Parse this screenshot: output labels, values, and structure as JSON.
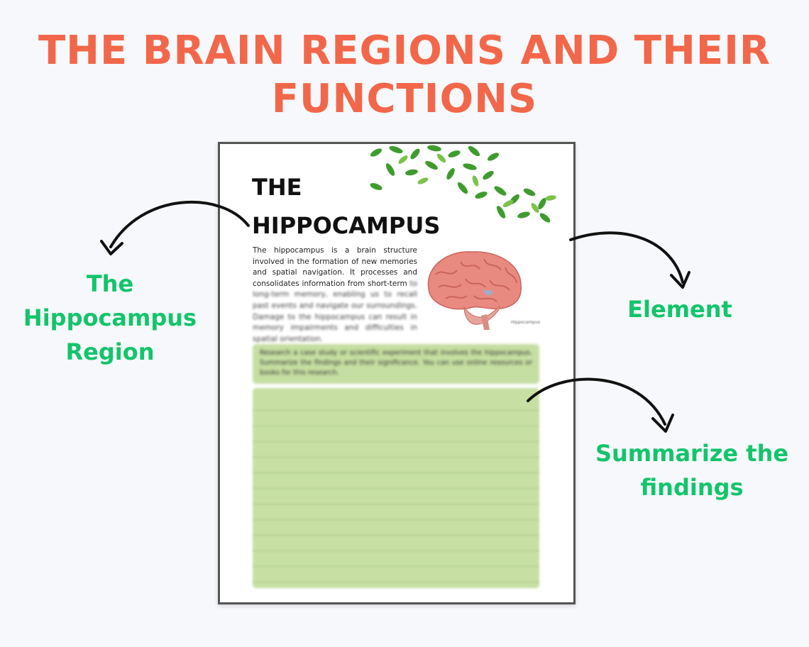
{
  "headline": {
    "line1": "THE BRAIN REGIONS AND THEIR",
    "line2": "FUNCTIONS"
  },
  "callouts": {
    "left": [
      "The",
      "Hippocampus",
      "Region"
    ],
    "right": "Element",
    "bottom": [
      "Summarize the",
      "findings"
    ]
  },
  "worksheet": {
    "title_line1": "THE",
    "title_line2": "HIPPOCAMPUS",
    "intro_clear": "The hippocampus is a brain structure involved in the formation of new memories and spatial navigation. It processes and consolidates information from short-term",
    "intro_blurred": "to long-term memory, enabling us to recall past events and navigate our surroundings. Damage to the hippocampus can result in memory impairments and difficulties in spatial orientation.",
    "brain_label": "Hippocampus",
    "prompt": "Research a case study or scientific experiment that involves the hippocampus. Summarize the findings and their significance. You can use online resources or books for this research."
  },
  "colors": {
    "headline": "#f2674a",
    "callout": "#13c46b",
    "box_green": "#c5dea1",
    "leaf_green": "#3f9b2e"
  },
  "icons": [
    "arrow-curve-icon",
    "leaves-decoration-icon",
    "brain-illustration-icon"
  ]
}
